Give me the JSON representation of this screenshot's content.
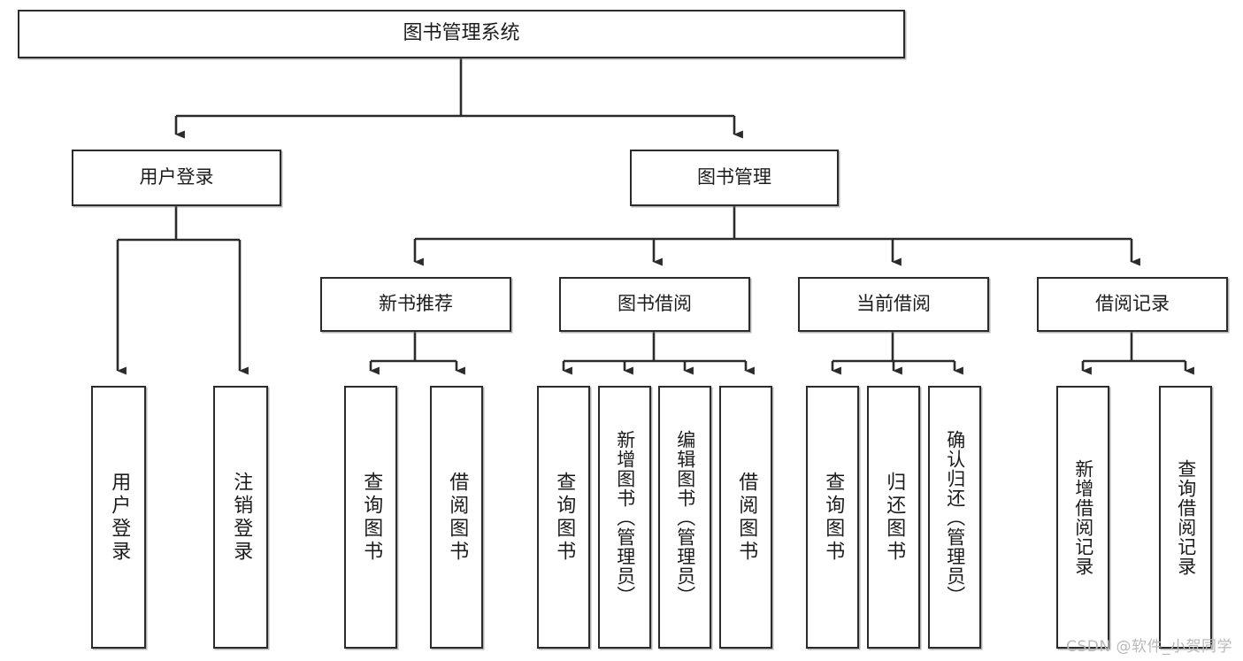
{
  "diagram": {
    "title": "图书管理系统",
    "type": "tree",
    "watermark": "CSDN @软件_小贺同学",
    "colors": {
      "node_border": "#2b2b2b",
      "node_fill": "#ffffff",
      "connector": "#2b2b2b",
      "watermark": "#b9b9b9",
      "background": "#ffffff"
    },
    "levels": {
      "root": [
        "图书管理系统"
      ],
      "level2": [
        "用户登录",
        "图书管理"
      ],
      "level3": [
        "新书推荐",
        "图书借阅",
        "当前借阅",
        "借阅记录"
      ],
      "leaves": [
        "用户登录",
        "注销登录",
        "查询图书",
        "借阅图书",
        "查询图书",
        "新增图书（管理员）",
        "编辑图书（管理员）",
        "借阅图书",
        "查询图书",
        "归还图书",
        "确认归还（管理员）",
        "新增借阅记录",
        "查询借阅记录"
      ]
    },
    "nodes": {
      "root": {
        "label": "图书管理系统"
      },
      "user_login": {
        "label": "用户登录"
      },
      "book_manage": {
        "label": "图书管理"
      },
      "new_book_rec": {
        "label": "新书推荐"
      },
      "book_borrow": {
        "label": "图书借阅"
      },
      "current_borrow": {
        "label": "当前借阅"
      },
      "borrow_record": {
        "label": "借阅记录"
      },
      "leaf_user_login": {
        "label": "用户登录"
      },
      "leaf_logout": {
        "label": "注销登录"
      },
      "leaf_query_book_1": {
        "label": "查询图书"
      },
      "leaf_borrow_book_1": {
        "label": "借阅图书"
      },
      "leaf_query_book_2": {
        "label": "查询图书"
      },
      "leaf_add_book": {
        "label": "新增图书（管理员）"
      },
      "leaf_edit_book": {
        "label": "编辑图书（管理员）"
      },
      "leaf_borrow_book_2": {
        "label": "借阅图书"
      },
      "leaf_query_book_3": {
        "label": "查询图书"
      },
      "leaf_return_book": {
        "label": "归还图书"
      },
      "leaf_confirm_return": {
        "label": "确认归还（管理员）"
      },
      "leaf_add_record": {
        "label": "新增借阅记录"
      },
      "leaf_query_record": {
        "label": "查询借阅记录"
      }
    }
  }
}
